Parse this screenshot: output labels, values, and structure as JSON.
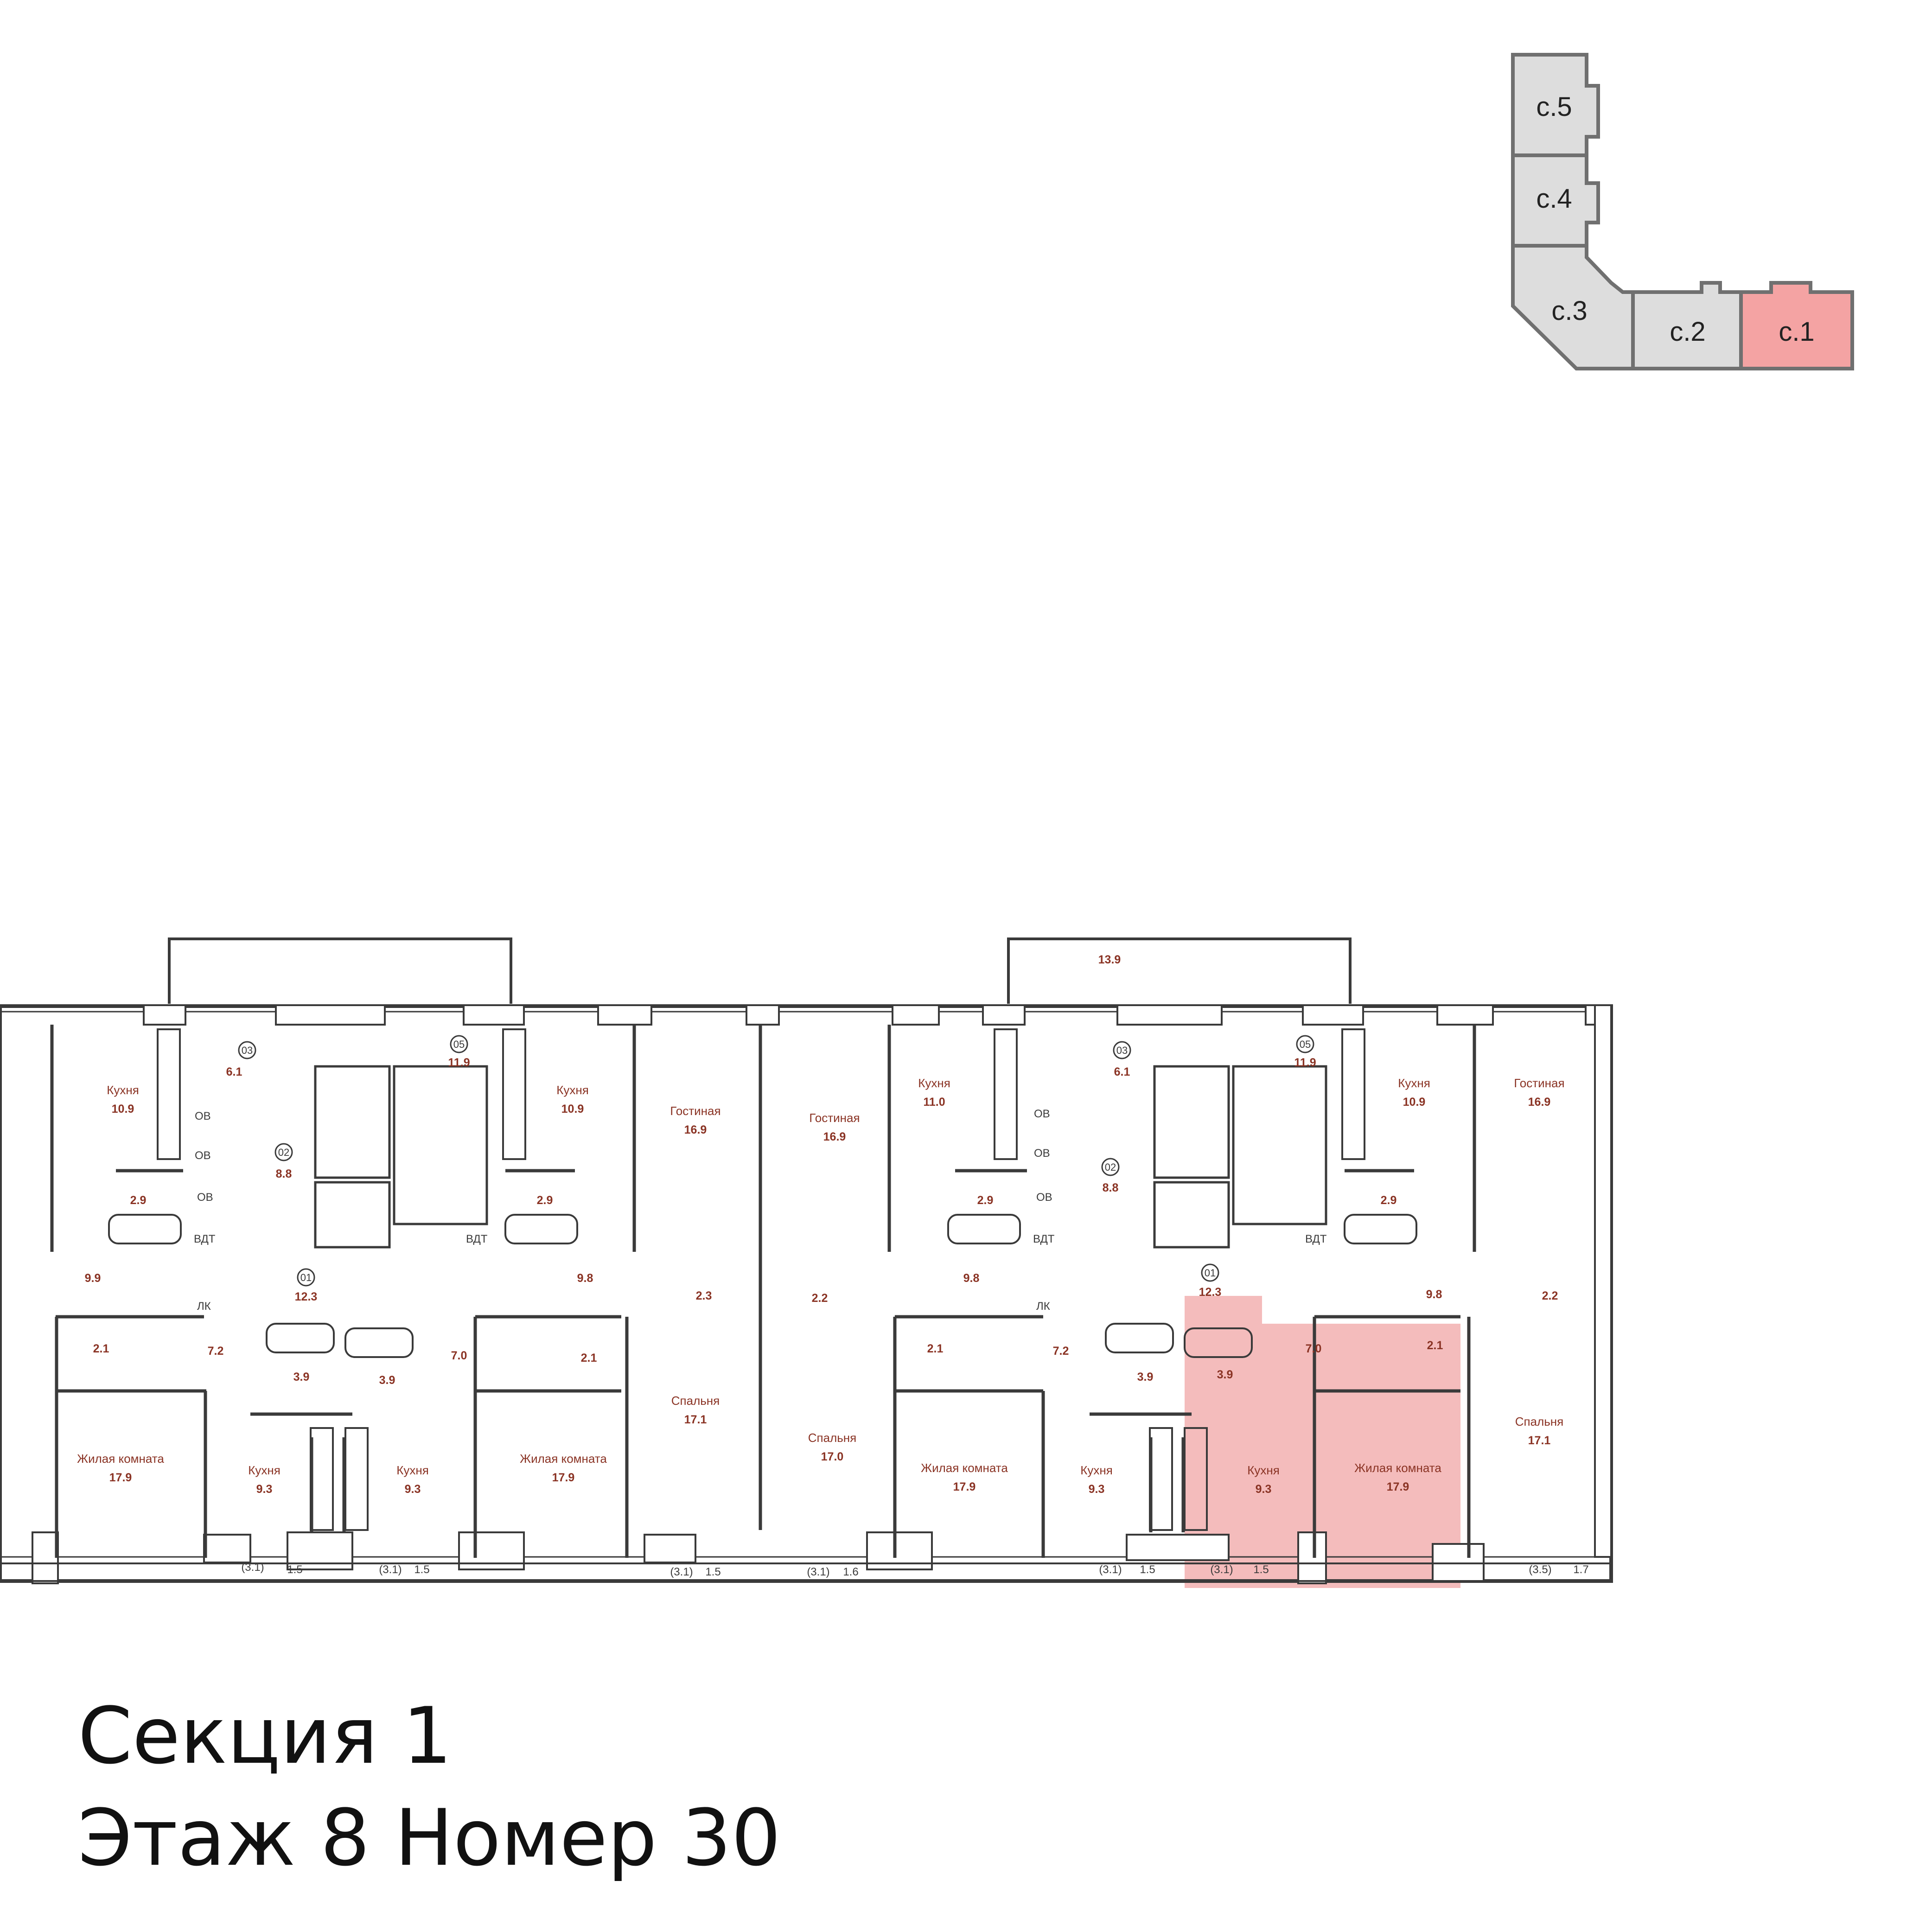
{
  "colors": {
    "highlight": "#f4bcbc",
    "highlight_section": "#f4a3a3",
    "section_fill": "#dddddd",
    "section_stroke": "#707070",
    "wall": "#3a3a3a",
    "label": "#8a3324"
  },
  "caption": {
    "section": "Секция 1",
    "floor_line": "Этаж 8 Номер 30"
  },
  "key_plan": {
    "sections": [
      {
        "label": "с.5",
        "active": false
      },
      {
        "label": "с.4",
        "active": false
      },
      {
        "label": "с.3",
        "active": false
      },
      {
        "label": "с.2",
        "active": false
      },
      {
        "label": "с.1",
        "active": true
      }
    ]
  },
  "plan": {
    "room_names": [
      "Кухня",
      "Кухня",
      "Гостиная",
      "Гостиная",
      "Кухня",
      "Кухня",
      "Гостиная",
      "Спальня",
      "Спальня",
      "Спальня",
      "Жилая комната",
      "Кухня",
      "Кухня",
      "Жилая комната",
      "Жилая комната",
      "Кухня",
      "Кухня",
      "Жилая комната"
    ],
    "areas": [
      "10.9",
      "10.9",
      "16.9",
      "16.9",
      "11.0",
      "10.9",
      "16.9",
      "6.1",
      "8.8",
      "11.9",
      "12.3",
      "6.1",
      "8.8",
      "11.9",
      "12.3",
      "2.9",
      "2.9",
      "2.9",
      "2.9",
      "9.9",
      "9.8",
      "9.8",
      "9.8",
      "2.3",
      "2.2",
      "2.2",
      "2.1",
      "7.2",
      "3.9",
      "3.9",
      "7.0",
      "2.1",
      "2.1",
      "7.2",
      "3.9",
      "3.9",
      "7.0",
      "2.1",
      "17.1",
      "17.0",
      "17.1",
      "17.9",
      "9.3",
      "9.3",
      "17.9",
      "17.9",
      "9.3",
      "9.3",
      "17.9",
      "13.9"
    ],
    "unit_numbers": [
      "03",
      "02",
      "05",
      "01",
      "03",
      "02",
      "05",
      "01"
    ],
    "service_marks": [
      "ОВ",
      "ОВ",
      "ОВ",
      "ВДТ",
      "ЛК",
      "ОВ",
      "ОВ",
      "ОВ",
      "ВДТ",
      "ЛК",
      "ВДТ",
      "ВДТ"
    ],
    "balconies": [
      "(3.1)",
      "1.5",
      "(3.1)",
      "1.5",
      "(3.1)",
      "1.5",
      "(3.1)",
      "1.6",
      "(3.1)",
      "1.5",
      "(3.1)",
      "1.5",
      "(3.5)",
      "1.7"
    ]
  }
}
